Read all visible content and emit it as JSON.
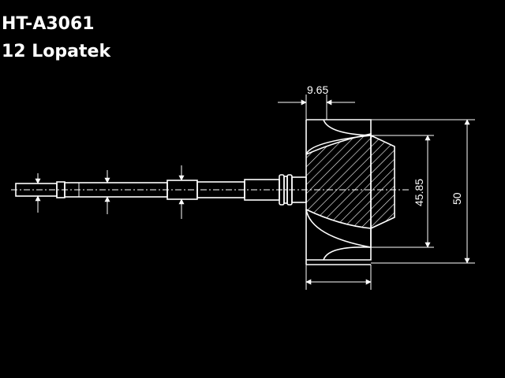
{
  "header": {
    "model": "HT-A3061",
    "blades": "12 Lopatek"
  },
  "dimensions": {
    "width_top": "9.65",
    "inner_diameter": "45.85",
    "outer_diameter": "50"
  },
  "colors": {
    "background": "#000000",
    "lines": "#ffffff"
  }
}
